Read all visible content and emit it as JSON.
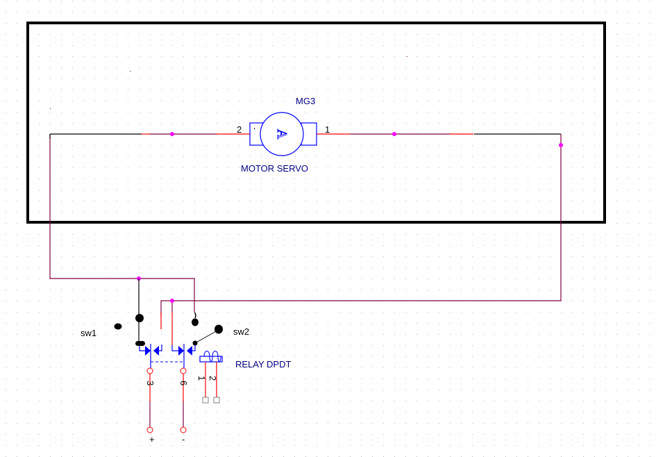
{
  "diagram": {
    "title": "Motor servo DPDT relay reversing circuit",
    "colors": {
      "background": "#ffffff",
      "grid_dot": "#b4b4b4",
      "frame": "#000000",
      "wire_net": "#800040",
      "wire_pin": "#ff0000",
      "wire_plain": "#000000",
      "junction": "#ff00ff",
      "component": "#0000ff",
      "label_component": "#000080",
      "pad": "#808080"
    },
    "components": {
      "motor": {
        "refdes": "MG3",
        "value": "MOTOR SERVO",
        "symbol": "A",
        "pin_left": "2",
        "pin_right": "1"
      },
      "switch1": {
        "refdes": "sw1"
      },
      "switch2": {
        "refdes": "sw2"
      },
      "relay": {
        "value": "RELAY DPDT",
        "coil_pin_1": "1",
        "coil_pin_2": "2",
        "contact_pin_a": "3",
        "contact_pin_b": "6"
      },
      "supply": {
        "positive": "+",
        "negative": "-"
      }
    }
  }
}
